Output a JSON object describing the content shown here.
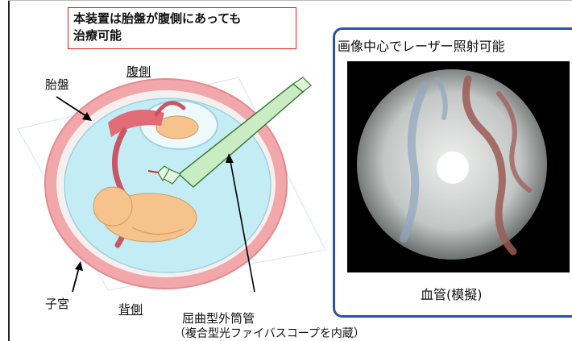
{
  "title": {
    "line1": "本装置は胎盤が腹側にあっても",
    "line2": "治療可能"
  },
  "diagram": {
    "label_placenta": "胎盤",
    "label_ventral": "腹側",
    "label_uterus": "子宮",
    "label_dorsal": "背側",
    "label_device_name": "屈曲型外筒管",
    "label_device_note": "（複合型光ファイバスコープを内蔵）"
  },
  "panel": {
    "title": "画像中心でレーザー照射可能",
    "caption": "血管(模擬)"
  },
  "colors": {
    "title_border": "#e41b1b",
    "panel_border": "#2a4fb0"
  }
}
